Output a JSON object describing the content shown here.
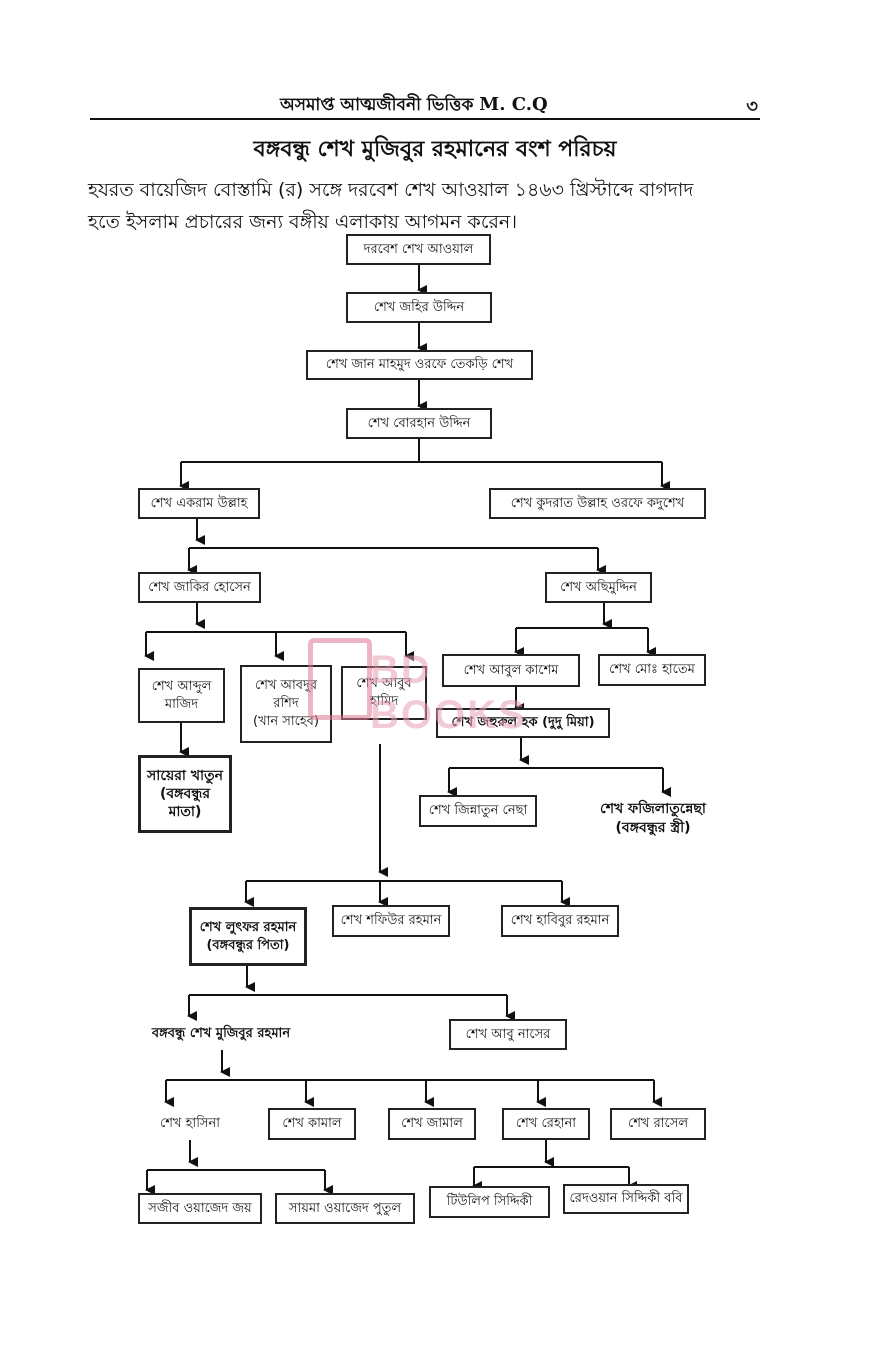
{
  "header": {
    "title": "অসমাপ্ত আত্মজীবনী ভিত্তিক",
    "title_latin": "M. C.Q",
    "page_number": "৩"
  },
  "main_title": "বঙ্গবন্ধু শেখ মুজিবুর রহমানের বংশ পরিচয়",
  "intro": {
    "line1": "হযরত বায়েজিদ বোস্তামি (র) সঙ্গে দরবেশ শেখ আওয়াল ১৪৬৩ খ্রিস্টাব্দে বাগদাদ",
    "line2": "হতে ইসলাম প্রচারের জন্য বঙ্গীয় এলাকায় আগমন করেন।"
  },
  "tree": {
    "n1": "দরবেশ শেখ আওয়াল",
    "n2": "শেখ জহির উদ্দিন",
    "n3": "শেখ জান মাহমুদ ওরফে তেকড়ি শেখ",
    "n4": "শেখ বোরহান উদ্দিন",
    "n5a": "শেখ একরাম উল্লাহ",
    "n5b": "শেখ কুদরাত উল্লাহ ওরফে কদুশেখ",
    "n6a": "শেখ জাকির হোসেন",
    "n6b": "শেখ অছিমুদ্দিন",
    "n7a_l1": "শেখ আব্দুল",
    "n7a_l2": "মাজিদ",
    "n7b_l1": "শেখ আবদুর",
    "n7b_l2": "রশিদ",
    "n7b_l3": "(খান সাহেব)",
    "n7c_l1": "শেখ আবুব",
    "n7c_l2": "হামিদ",
    "n7d": "শেখ আবুল কাশেম",
    "n7e": "শেখ মোঃ হাতেম",
    "n8a_l1": "সায়েরা খাতুন",
    "n8a_l2": "(বঙ্গবন্ধুর",
    "n8a_l3": "মাতা)",
    "n8b": "শেখ জহুরুল হক (দুদু মিয়া)",
    "n9a": "শেখ জিন্নাতুন নেছা",
    "n9b_l1": "শেখ ফজিলাতুন্নেছা",
    "n9b_l2": "(বঙ্গবন্ধুর স্ত্রী)",
    "n10a_l1": "শেখ লুৎফর রহমান",
    "n10a_l2": "(বঙ্গবন্ধুর পিতা)",
    "n10b": "শেখ শফিউর রহমান",
    "n10c": "শেখ হাবিবুর রহমান",
    "n11a": "বঙ্গবন্ধু শেখ মুজিবুর রহমান",
    "n11b": "শেখ আবু নাসের",
    "n12a": "শেখ হাসিনা",
    "n12b": "শেখ কামাল",
    "n12c": "শেখ জামাল",
    "n12d": "শেখ রেহানা",
    "n12e": "শেখ রাসেল",
    "n13a": "সজীব ওয়াজেদ জয়",
    "n13b": "সায়মা ওয়াজেদ পুতুল",
    "n13c": "টিউলিপ সিদ্দিকী",
    "n13d": "রেদওয়ান সিদ্দিকী ববি"
  },
  "watermark": "BD BOOKS",
  "colors": {
    "watermark": "#e07a93",
    "ink": "#111111"
  }
}
